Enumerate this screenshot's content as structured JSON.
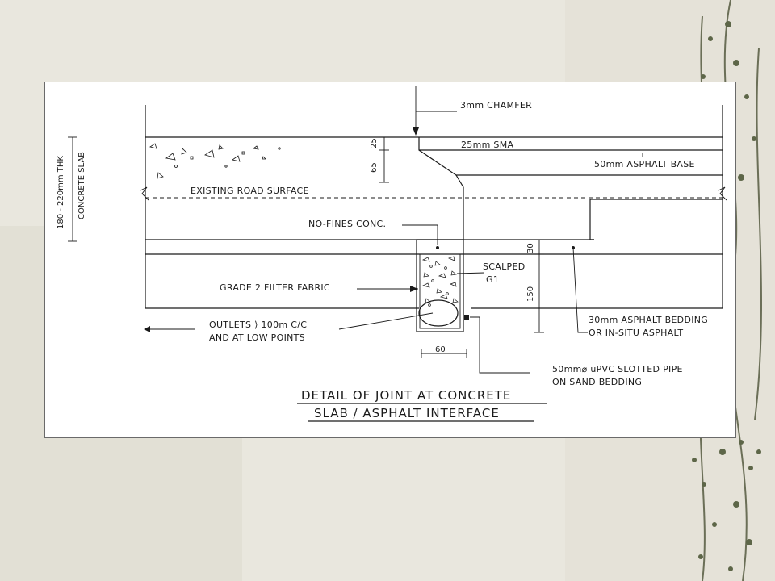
{
  "labels": {
    "slab_thickness": "180 - 220mm THK",
    "slab": "CONCRETE SLAB",
    "chamfer": "3mm CHAMFER",
    "sma": "25mm SMA",
    "asphalt_base": "50mm ASPHALT BASE",
    "existing_surface": "EXISTING ROAD SURFACE",
    "no_fines": "NO-FINES CONC.",
    "scalped": "SCALPED",
    "scalped_g1": "G1",
    "filter_fabric": "GRADE 2 FILTER FABRIC",
    "outlets_1": "OUTLETS ⟩ 100m C/C",
    "outlets_2": "AND AT LOW POINTS",
    "bedding_1": "30mm ASPHALT BEDDING",
    "bedding_2": "OR IN-SITU ASPHALT",
    "pipe_1": "50mm⌀ uPVC SLOTTED PIPE",
    "pipe_2": "ON SAND BEDDING"
  },
  "dimensions": {
    "d25": "25",
    "d65": "65",
    "d30": "30",
    "d150": "150",
    "d60": "60"
  },
  "title": {
    "line1": "DETAIL OF JOINT AT CONCRETE",
    "line2": "SLAB / ASPHALT INTERFACE"
  },
  "colors": {
    "background": "#e8e6dc",
    "panel": "#ffffff",
    "ink": "#1a1a1a",
    "vine": "#5d6648"
  }
}
